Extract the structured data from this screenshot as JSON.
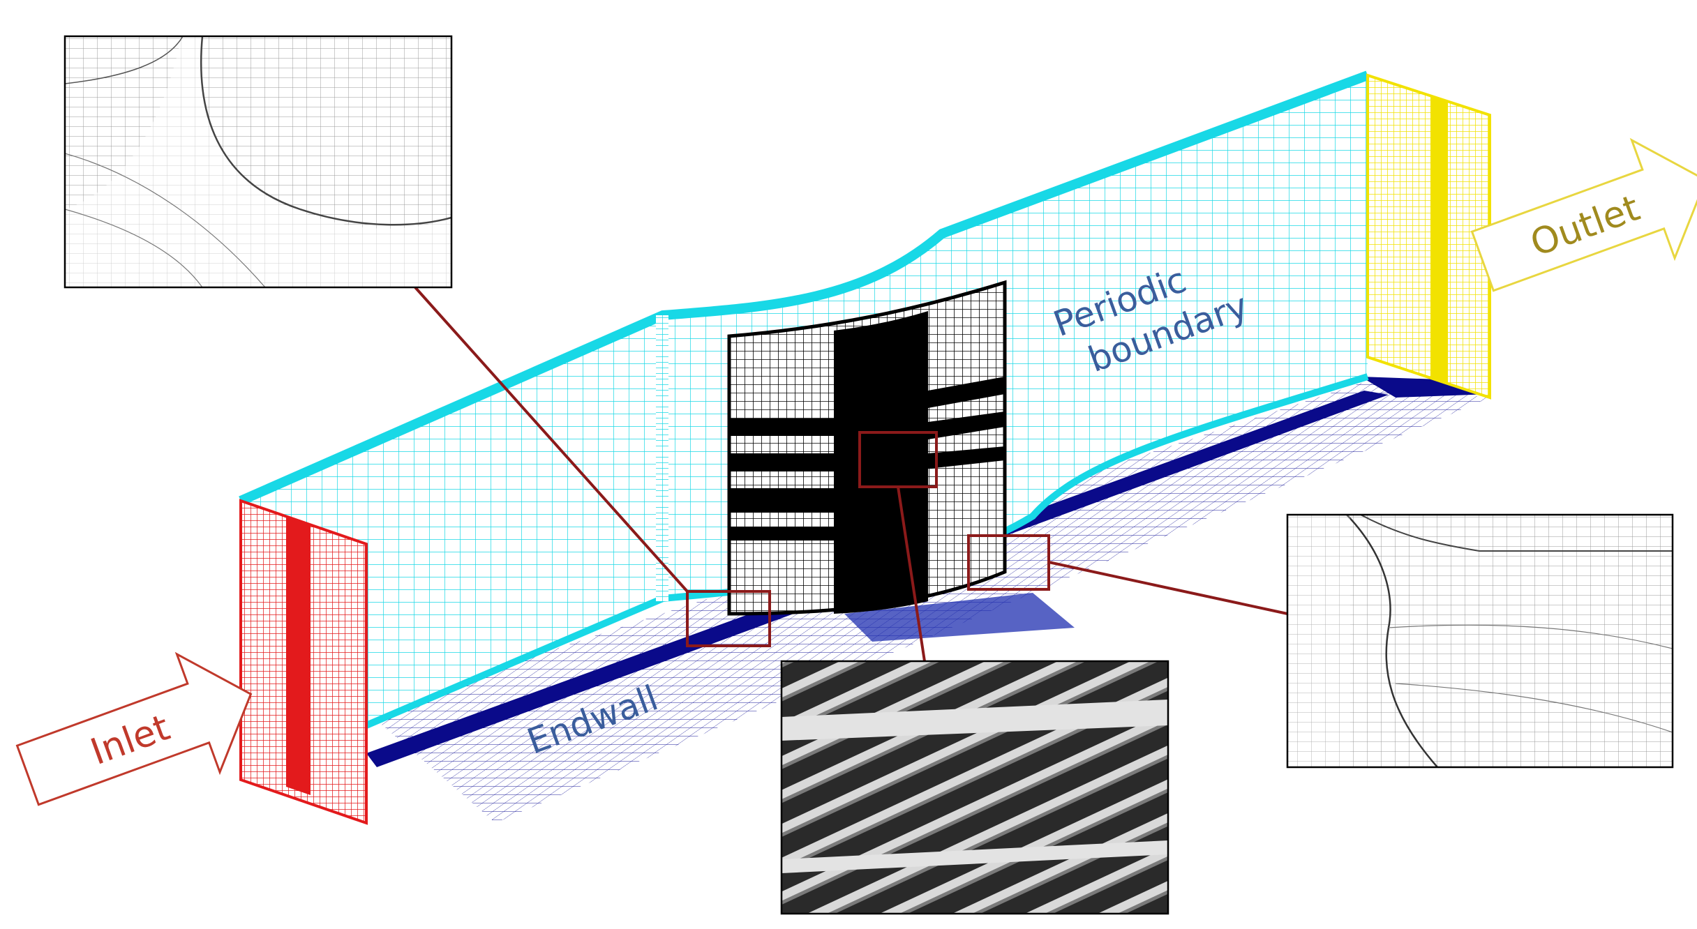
{
  "labels": {
    "inlet": "Inlet",
    "outlet": "Outlet",
    "endwall": "Endwall",
    "periodic_line1": "Periodic",
    "periodic_line2": "boundary"
  },
  "colors": {
    "inlet": "#e31a1c",
    "outlet": "#e8c400",
    "outlet_text": "#a08a1e",
    "periodic": "#18d8e6",
    "endwall": "#0a0a8a",
    "periodic_text": "#3a5d9c",
    "leader": "#8b1a1a",
    "blade": "#000000"
  }
}
